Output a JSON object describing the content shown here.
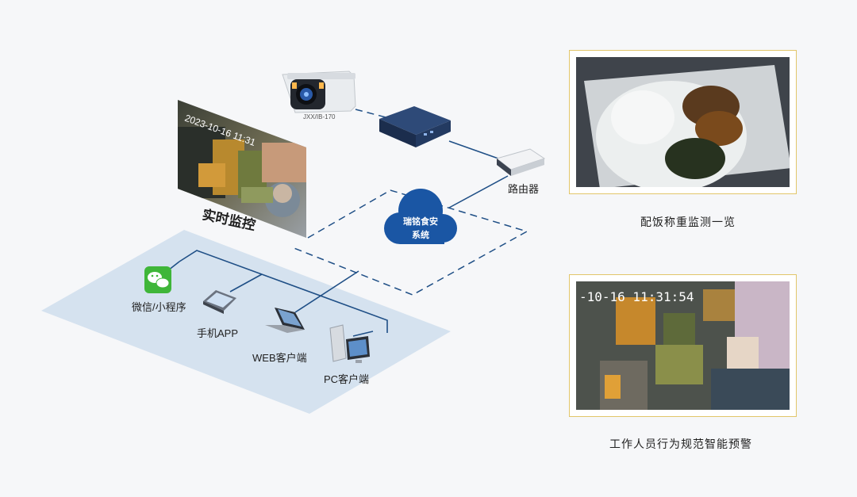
{
  "camera": {
    "model_text": "JXX/IB-170"
  },
  "router": {
    "label": "路由器"
  },
  "cloud": {
    "line1": "瑞铭食安",
    "line2": "系统"
  },
  "monitor": {
    "label": "实时监控",
    "timestamp": "2023-10-16 11:31"
  },
  "clients": {
    "wechat": "微信/小程序",
    "mobile": "手机APP",
    "web": "WEB客户端",
    "pc": "PC客户端"
  },
  "panels": [
    {
      "caption": "配饭称重监测一览"
    },
    {
      "caption": "工作人员行为规范智能预警",
      "timestamp": "-10-16 11:31:54"
    }
  ],
  "colors": {
    "line": "#1f4f86",
    "cloud": "#1a56a4",
    "platform": "#d3e1f0",
    "frame": "#e2c66a"
  }
}
